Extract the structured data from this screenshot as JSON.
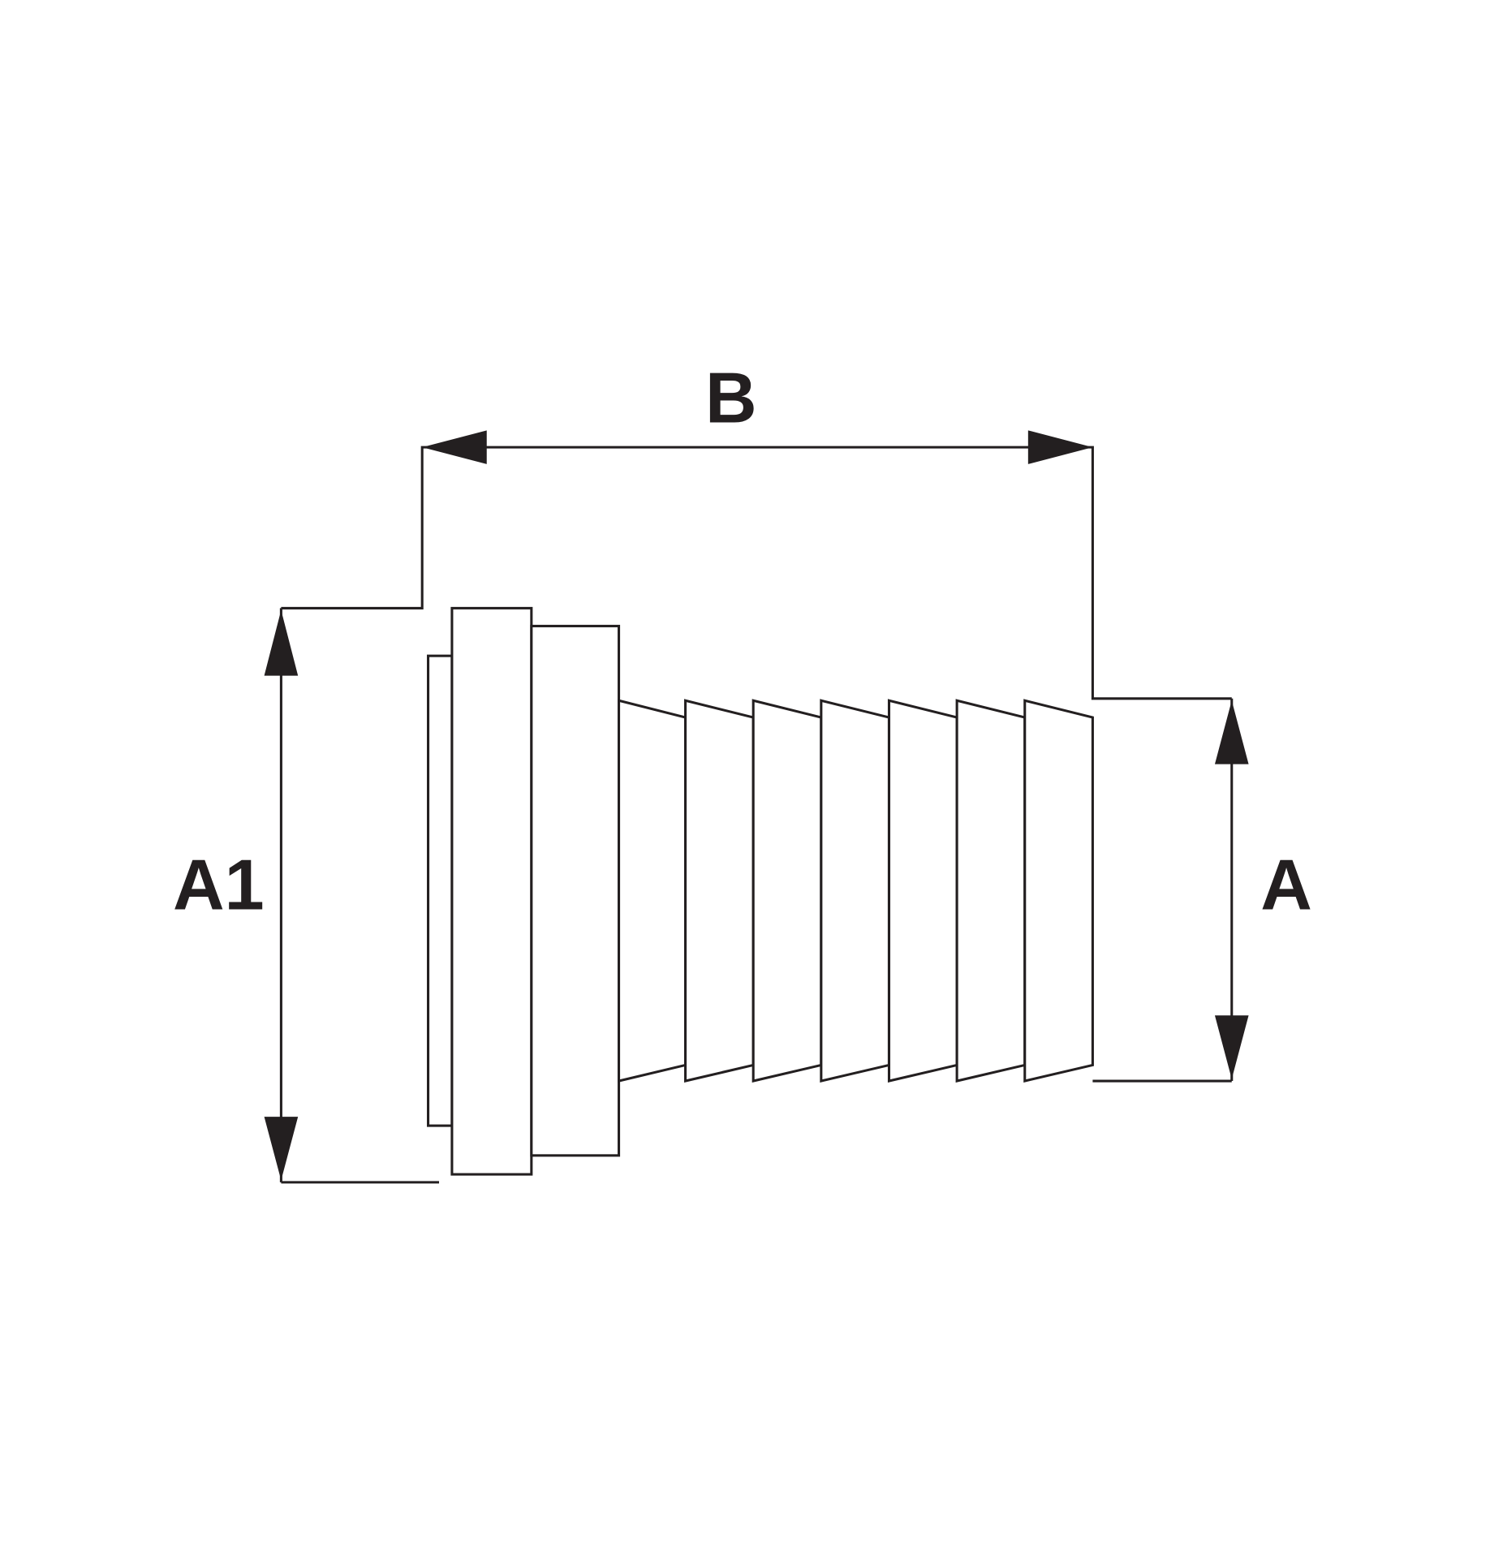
{
  "diagram": {
    "labels": {
      "length": "B",
      "large_diameter": "A1",
      "small_diameter": "A"
    },
    "colors": {
      "line": "#231f20",
      "background": "#ffffff"
    },
    "barb_count": 6
  }
}
